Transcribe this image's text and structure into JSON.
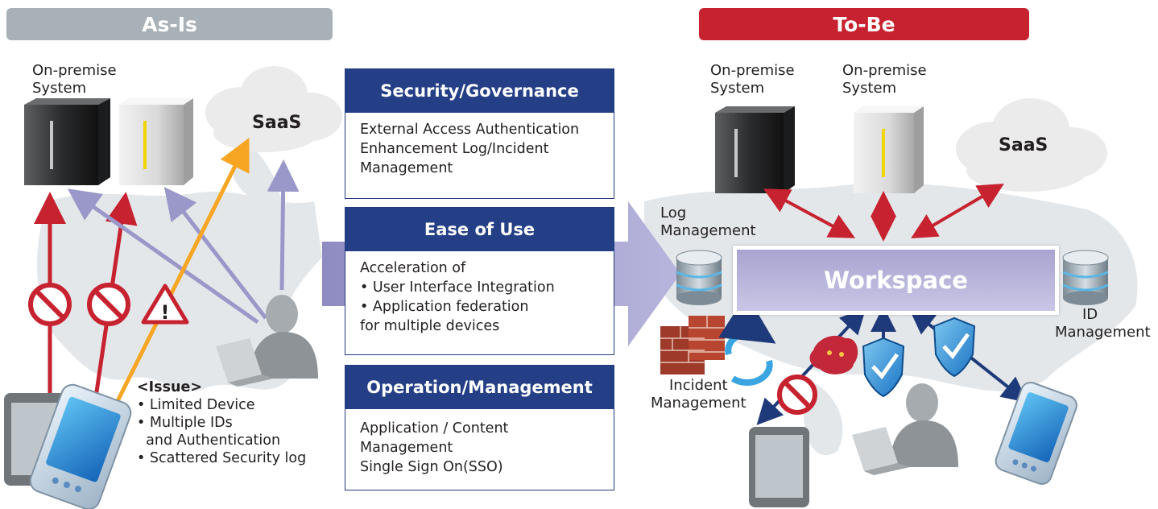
{
  "as_is": {
    "header": "As-Is",
    "onprem_label": [
      "On-premise",
      "System"
    ],
    "saas": "SaaS",
    "issue": {
      "title": "<Issue>",
      "items": [
        "• Limited Device",
        "• Multiple IDs",
        "  and Authentication",
        "• Scattered Security log"
      ]
    }
  },
  "center": {
    "security": {
      "title": "Security/Governance",
      "lines": [
        "External Access Authentication",
        "Enhancement Log/Incident",
        "Management"
      ]
    },
    "ease": {
      "title": "Ease of Use",
      "lines": [
        "Acceleration of",
        "• User Interface Integration",
        "• Application federation",
        "for multiple devices"
      ]
    },
    "operation": {
      "title": "Operation/Management",
      "lines": [
        "Application / Content",
        "Management",
        "Single Sign On(SSO)"
      ]
    }
  },
  "to_be": {
    "header": "To-Be",
    "onprem1": [
      "On-premise",
      "System"
    ],
    "onprem2": [
      "On-premise",
      "System"
    ],
    "saas": "SaaS",
    "log_mgmt": [
      "Log",
      "Management"
    ],
    "workspace": "Workspace",
    "id_mgmt": [
      "ID",
      "Management"
    ],
    "incident_mgmt": [
      "Incident",
      "Management"
    ]
  },
  "colors": {
    "as_is_header": "#a7b1b7",
    "to_be_header": "#c7222f",
    "box_header": "#243f86",
    "red_arrow": "#c7222f",
    "purple_arrow": "#9a98c9",
    "orange_arrow": "#f6a623",
    "blue_arrow": "#1f3a7a"
  }
}
